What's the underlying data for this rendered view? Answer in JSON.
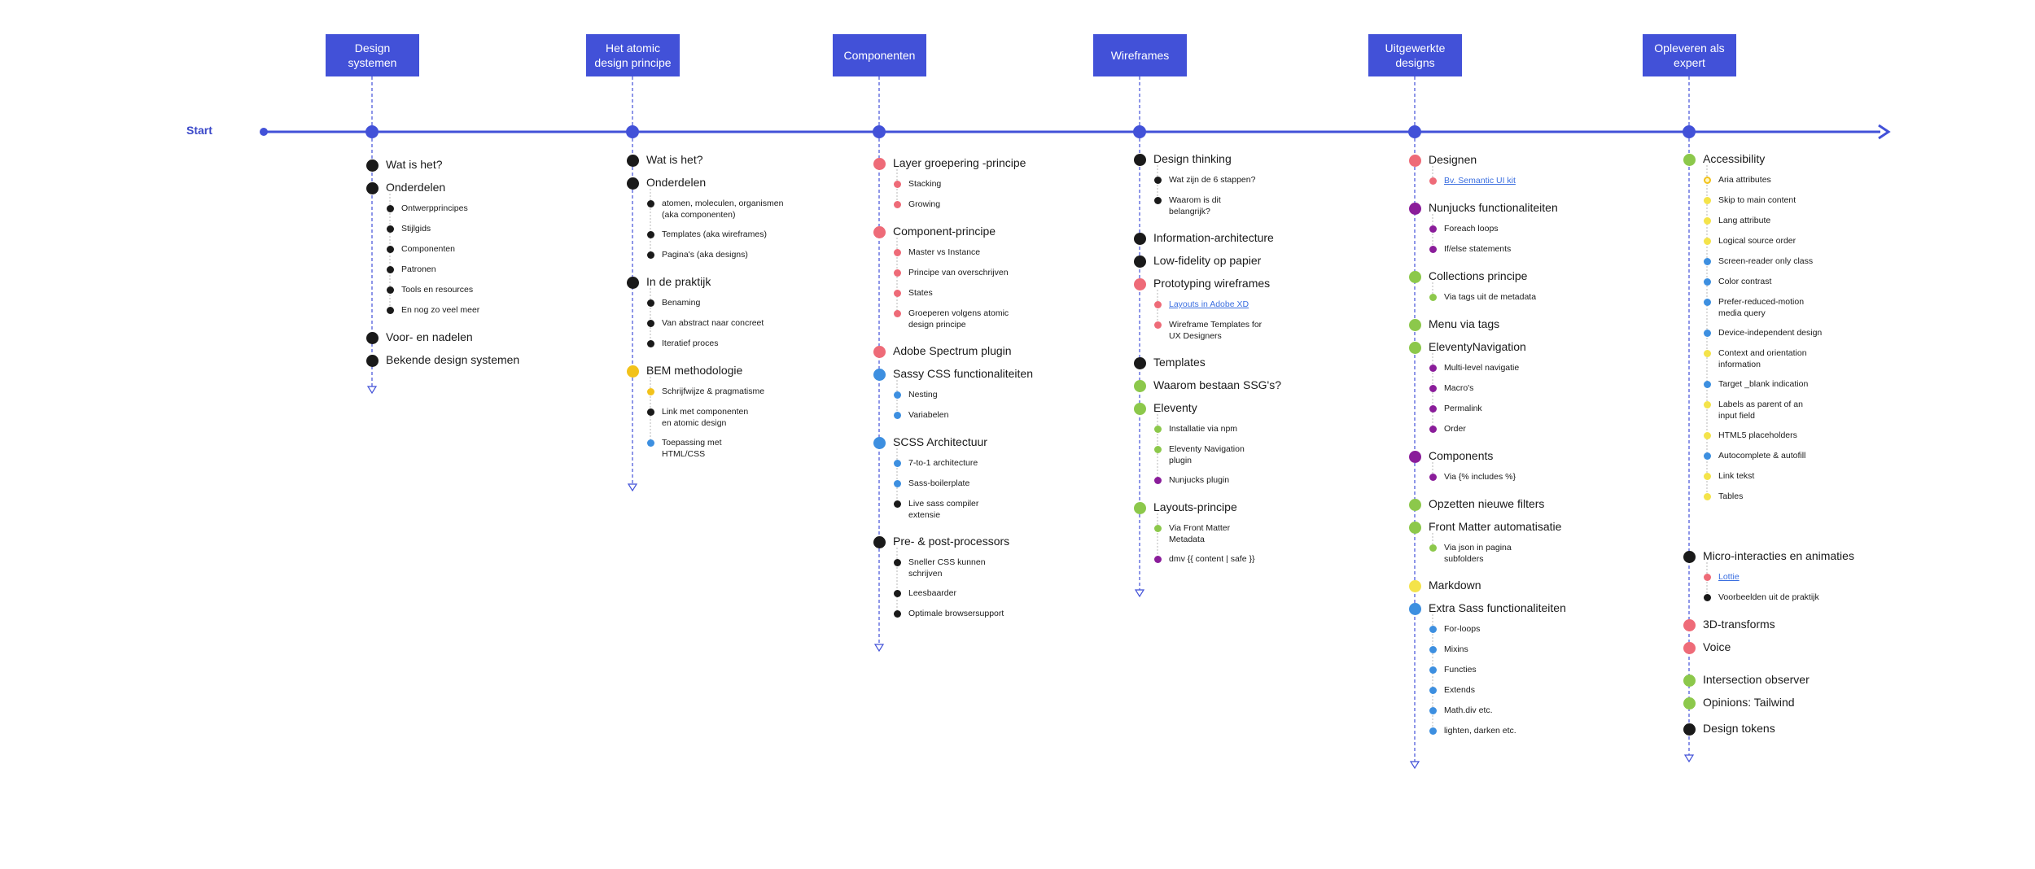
{
  "start_label": "Start",
  "colors": {
    "timeline": "#4251d8",
    "black": "#1a1a1a",
    "red": "#ee6b78",
    "blue": "#3d8fe0",
    "green": "#8cc84b",
    "yellow": "#f4e34a",
    "orange": "#f2c21b",
    "purple": "#8a1d9a"
  },
  "columns": [
    {
      "title": "Design systemen",
      "items": [
        {
          "text": "Wat is het?",
          "color": "black"
        },
        {
          "text": "Onderdelen",
          "color": "black",
          "children": [
            {
              "text": "Ontwerpprincipes",
              "color": "black"
            },
            {
              "text": "Stijlgids",
              "color": "black"
            },
            {
              "text": "Componenten",
              "color": "black"
            },
            {
              "text": "Patronen",
              "color": "black"
            },
            {
              "text": "Tools en resources",
              "color": "black"
            },
            {
              "text": "En nog zo veel meer",
              "color": "black"
            }
          ]
        },
        {
          "text": "Voor- en nadelen",
          "color": "black"
        },
        {
          "text": "Bekende design systemen",
          "color": "black"
        }
      ]
    },
    {
      "title": "Het atomic design principe",
      "items": [
        {
          "text": "Wat is het?",
          "color": "black"
        },
        {
          "text": "Onderdelen",
          "color": "black",
          "children": [
            {
              "text": "atomen, moleculen, organismen (aka componenten)",
              "color": "black"
            },
            {
              "text": "Templates (aka wireframes)",
              "color": "black"
            },
            {
              "text": "Pagina's (aka designs)",
              "color": "black"
            }
          ]
        },
        {
          "text": "In de praktijk",
          "color": "black",
          "children": [
            {
              "text": "Benaming",
              "color": "black"
            },
            {
              "text": "Van abstract naar concreet",
              "color": "black"
            },
            {
              "text": "Iteratief proces",
              "color": "black"
            }
          ]
        },
        {
          "text": "BEM methodologie",
          "color": "orange",
          "children": [
            {
              "text": "Schrijfwijze & pragmatisme",
              "color": "orange"
            },
            {
              "text": "Link met componenten en atomic design",
              "color": "black"
            },
            {
              "text": "Toepassing met HTML/CSS",
              "color": "blue"
            }
          ]
        }
      ]
    },
    {
      "title": "Componenten",
      "items": [
        {
          "text": "Layer groepering -principe",
          "color": "red",
          "children": [
            {
              "text": "Stacking",
              "color": "red"
            },
            {
              "text": "Growing",
              "color": "red"
            }
          ]
        },
        {
          "text": "Component-principe",
          "color": "red",
          "children": [
            {
              "text": "Master vs Instance",
              "color": "red"
            },
            {
              "text": "Principe van overschrijven",
              "color": "red"
            },
            {
              "text": "States",
              "color": "red"
            },
            {
              "text": "Groeperen volgens atomic design principe",
              "color": "red"
            }
          ]
        },
        {
          "text": "Adobe Spectrum plugin",
          "color": "red"
        },
        {
          "text": "Sassy CSS functionaliteiten",
          "color": "blue",
          "children": [
            {
              "text": "Nesting",
              "color": "blue"
            },
            {
              "text": "Variabelen",
              "color": "blue"
            }
          ]
        },
        {
          "text": "SCSS Architectuur",
          "color": "blue",
          "children": [
            {
              "text": "7-to-1 architecture",
              "color": "blue"
            },
            {
              "text": "Sass-boilerplate",
              "color": "blue"
            },
            {
              "text": "Live sass compiler extensie",
              "color": "black"
            }
          ]
        },
        {
          "text": "Pre- & post-processors",
          "color": "black",
          "children": [
            {
              "text": "Sneller CSS kunnen schrijven",
              "color": "black"
            },
            {
              "text": "Leesbaarder",
              "color": "black"
            },
            {
              "text": "Optimale browsersupport",
              "color": "black"
            }
          ]
        }
      ]
    },
    {
      "title": "Wireframes",
      "items": [
        {
          "text": "Design thinking",
          "color": "black",
          "children": [
            {
              "text": "Wat zijn de 6 stappen?",
              "color": "black"
            },
            {
              "text": "Waarom is dit belangrijk?",
              "color": "black"
            }
          ]
        },
        {
          "text": "Information-architecture",
          "color": "black"
        },
        {
          "text": "Low-fidelity op papier",
          "color": "black"
        },
        {
          "text": "Prototyping wireframes",
          "color": "red",
          "children": [
            {
              "text": "Layouts in Adobe XD",
              "color": "red",
              "link": true
            },
            {
              "text": "Wireframe Templates for UX Designers",
              "color": "red"
            }
          ]
        },
        {
          "text": "Templates",
          "color": "black"
        },
        {
          "text": "Waarom bestaan SSG's?",
          "color": "green"
        },
        {
          "text": "Eleventy",
          "color": "green",
          "children": [
            {
              "text": "Installatie via npm",
              "color": "green"
            },
            {
              "text": "Eleventy Navigation plugin",
              "color": "green"
            },
            {
              "text": "Nunjucks plugin",
              "color": "purple"
            }
          ]
        },
        {
          "text": "Layouts-principe",
          "color": "green",
          "children": [
            {
              "text": "Via Front Matter Metadata",
              "color": "green"
            },
            {
              "text": "dmv {{ content | safe }}",
              "color": "purple"
            }
          ]
        }
      ]
    },
    {
      "title": "Uitgewerkte designs",
      "items": [
        {
          "text": "Designen",
          "color": "red",
          "children": [
            {
              "text": "Bv. Semantic UI kit",
              "color": "red",
              "link": true
            }
          ]
        },
        {
          "text": "Nunjucks functionaliteiten",
          "color": "purple",
          "children": [
            {
              "text": "Foreach loops",
              "color": "purple"
            },
            {
              "text": "If/else statements",
              "color": "purple"
            }
          ]
        },
        {
          "text": "Collections principe",
          "color": "green",
          "children": [
            {
              "text": "Via tags uit de metadata",
              "color": "green"
            }
          ]
        },
        {
          "text": "Menu via tags",
          "color": "green"
        },
        {
          "text": "EleventyNavigation",
          "color": "green",
          "children": [
            {
              "text": "Multi-level navigatie",
              "color": "purple"
            },
            {
              "text": "Macro's",
              "color": "purple"
            },
            {
              "text": "Permalink",
              "color": "purple"
            },
            {
              "text": "Order",
              "color": "purple"
            }
          ]
        },
        {
          "text": "Components",
          "color": "purple",
          "children": [
            {
              "text": "Via {% includes %}",
              "color": "purple"
            }
          ]
        },
        {
          "text": "Opzetten nieuwe filters",
          "color": "green"
        },
        {
          "text": "Front Matter automatisatie",
          "color": "green",
          "children": [
            {
              "text": "Via json in pagina subfolders",
              "color": "green"
            }
          ]
        },
        {
          "text": "Markdown",
          "color": "yellow"
        },
        {
          "text": "Extra Sass functionaliteiten",
          "color": "blue",
          "children": [
            {
              "text": "For-loops",
              "color": "blue"
            },
            {
              "text": "Mixins",
              "color": "blue"
            },
            {
              "text": "Functies",
              "color": "blue"
            },
            {
              "text": "Extends",
              "color": "blue"
            },
            {
              "text": "Math.div etc.",
              "color": "blue"
            },
            {
              "text": "lighten, darken etc.",
              "color": "blue"
            }
          ]
        }
      ]
    },
    {
      "title": "Opleveren als expert",
      "items": [
        {
          "text": "Accessibility",
          "color": "green",
          "children": [
            {
              "text": "Aria attributes",
              "color": "yellow",
              "outline": true
            },
            {
              "text": "Skip to main content",
              "color": "yellow"
            },
            {
              "text": "Lang attribute",
              "color": "yellow"
            },
            {
              "text": "Logical source order",
              "color": "yellow"
            },
            {
              "text": "Screen-reader only class",
              "color": "blue"
            },
            {
              "text": "Color contrast",
              "color": "blue"
            },
            {
              "text": "Prefer-reduced-motion media query",
              "color": "blue"
            },
            {
              "text": "Device-independent design",
              "color": "blue"
            },
            {
              "text": "Context and orientation information",
              "color": "yellow"
            },
            {
              "text": "Target _blank indication",
              "color": "blue"
            },
            {
              "text": "Labels as parent of an input field",
              "color": "yellow"
            },
            {
              "text": "HTML5 placeholders",
              "color": "yellow"
            },
            {
              "text": "Autocomplete & autofill",
              "color": "blue"
            },
            {
              "text": "Link tekst",
              "color": "yellow"
            },
            {
              "text": "Tables",
              "color": "yellow"
            }
          ]
        },
        {
          "text": "Micro-interacties en animaties",
          "color": "black",
          "children": [
            {
              "text": "Lottie",
              "color": "red",
              "link": true
            },
            {
              "text": "Voorbeelden uit de praktijk",
              "color": "black"
            }
          ]
        },
        {
          "text": "3D-transforms",
          "color": "red"
        },
        {
          "text": "Voice",
          "color": "red"
        },
        {
          "text": "Intersection observer",
          "color": "green"
        },
        {
          "text": "Opinions: Tailwind",
          "color": "green"
        },
        {
          "text": "Design tokens",
          "color": "black"
        }
      ]
    }
  ]
}
